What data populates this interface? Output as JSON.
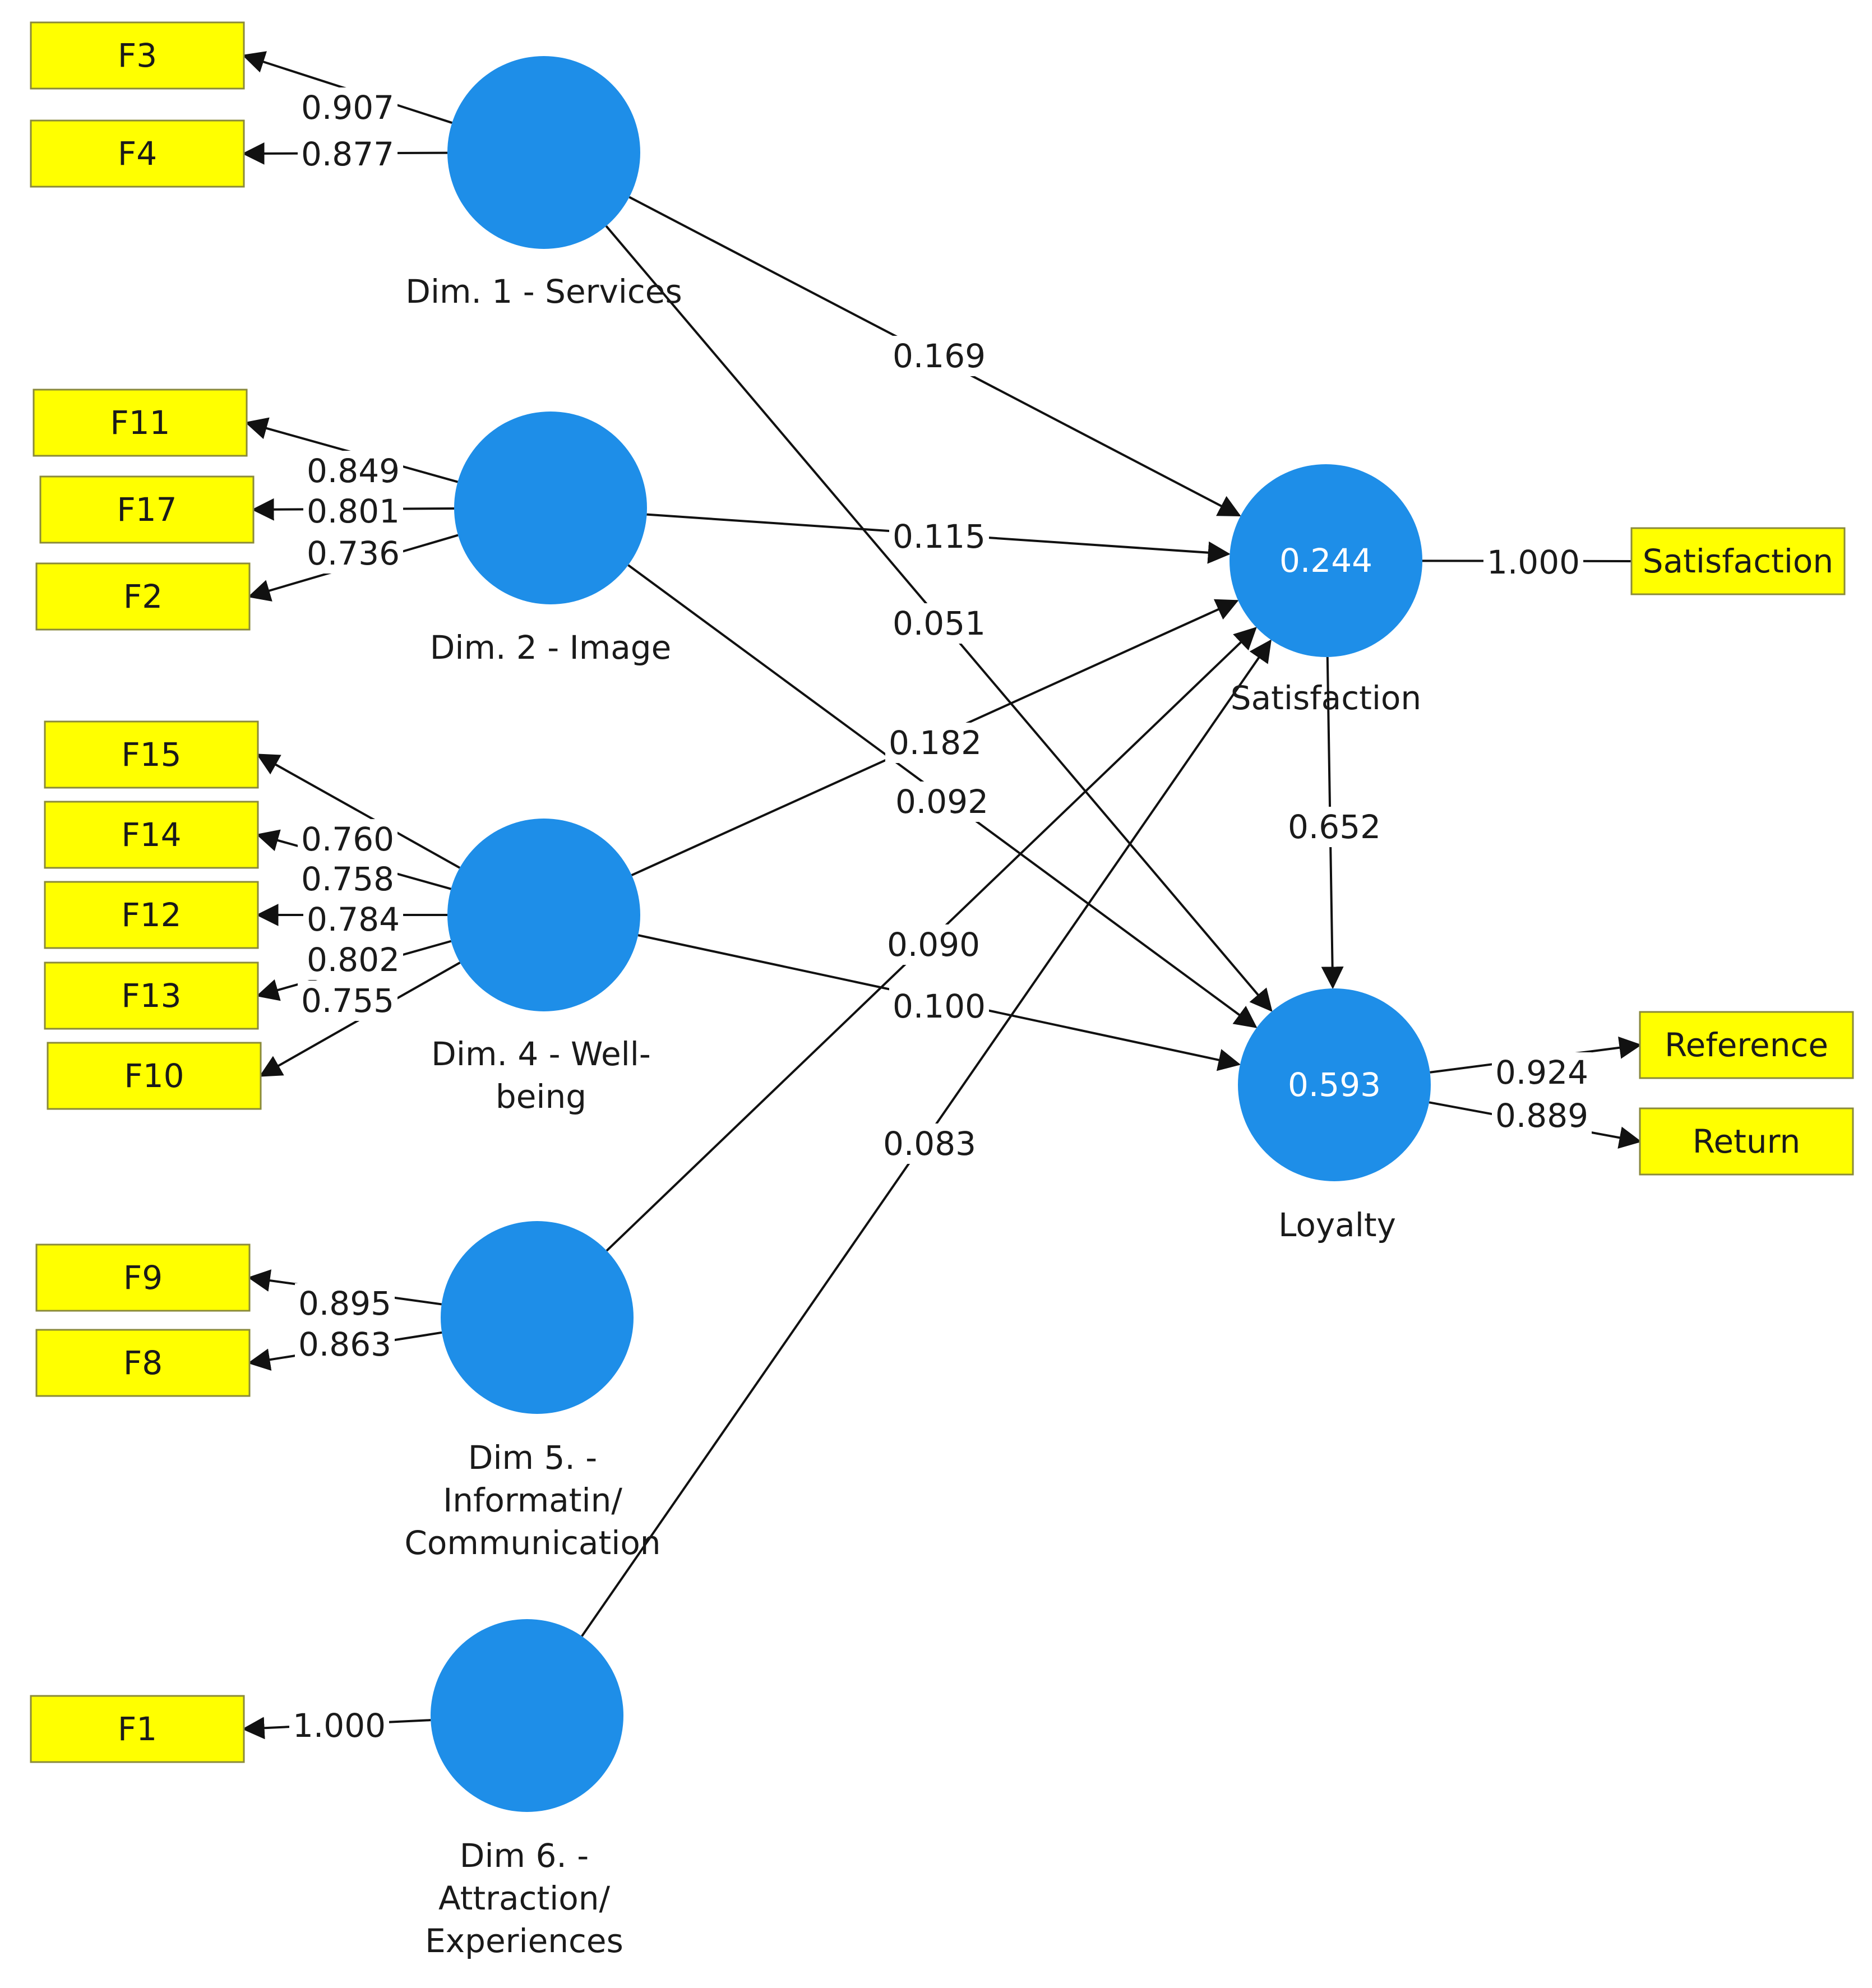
{
  "colors": {
    "construct": "#1e8ee8",
    "indicator_fill": "#ffff00",
    "indicator_border": "#8a8a3a",
    "line": "#111111",
    "text": "#1a1a1a"
  },
  "constructs": [
    {
      "id": "dim1",
      "label_lines": [
        "Dim. 1 - Services"
      ],
      "r2": ""
    },
    {
      "id": "dim2",
      "label_lines": [
        "Dim. 2 - Image"
      ],
      "r2": ""
    },
    {
      "id": "dim4",
      "label_lines": [
        "Dim. 4 - Well-",
        "being"
      ],
      "r2": ""
    },
    {
      "id": "dim5",
      "label_lines": [
        "Dim 5. -",
        "Informatin/",
        "Communication"
      ],
      "r2": ""
    },
    {
      "id": "dim6",
      "label_lines": [
        "Dim 6. -",
        "Attraction/",
        "Experiences"
      ],
      "r2": ""
    },
    {
      "id": "sat",
      "label_lines": [
        "Satisfaction"
      ],
      "r2": "0.244"
    },
    {
      "id": "loy",
      "label_lines": [
        "Loyalty"
      ],
      "r2": "0.593"
    }
  ],
  "indicators": [
    {
      "id": "F3",
      "label": "F3",
      "construct": "dim1",
      "loading": "0.907"
    },
    {
      "id": "F4",
      "label": "F4",
      "construct": "dim1",
      "loading": "0.877"
    },
    {
      "id": "F11",
      "label": "F11",
      "construct": "dim2",
      "loading": "0.849"
    },
    {
      "id": "F17",
      "label": "F17",
      "construct": "dim2",
      "loading": "0.801"
    },
    {
      "id": "F2",
      "label": "F2",
      "construct": "dim2",
      "loading": "0.736"
    },
    {
      "id": "F15",
      "label": "F15",
      "construct": "dim4",
      "loading": "0.760"
    },
    {
      "id": "F14",
      "label": "F14",
      "construct": "dim4",
      "loading": "0.758"
    },
    {
      "id": "F12",
      "label": "F12",
      "construct": "dim4",
      "loading": "0.784"
    },
    {
      "id": "F13",
      "label": "F13",
      "construct": "dim4",
      "loading": "0.802"
    },
    {
      "id": "F10",
      "label": "F10",
      "construct": "dim4",
      "loading": "0.755"
    },
    {
      "id": "F9",
      "label": "F9",
      "construct": "dim5",
      "loading": "0.895"
    },
    {
      "id": "F8",
      "label": "F8",
      "construct": "dim5",
      "loading": "0.863"
    },
    {
      "id": "F1",
      "label": "F1",
      "construct": "dim6",
      "loading": "1.000"
    },
    {
      "id": "SatInd",
      "label": "Satisfaction",
      "construct": "sat",
      "loading": "1.000"
    },
    {
      "id": "Reference",
      "label": "Reference",
      "construct": "loy",
      "loading": "0.924"
    },
    {
      "id": "Return",
      "label": "Return",
      "construct": "loy",
      "loading": "0.889"
    }
  ],
  "paths": [
    {
      "from": "dim1",
      "to": "sat",
      "coef": "0.169"
    },
    {
      "from": "dim2",
      "to": "sat",
      "coef": "0.115"
    },
    {
      "from": "dim1",
      "to": "loy",
      "coef": "0.051"
    },
    {
      "from": "dim4",
      "to": "sat",
      "coef": "0.182"
    },
    {
      "from": "dim2",
      "to": "loy",
      "coef": "0.092"
    },
    {
      "from": "sat",
      "to": "loy",
      "coef": "0.652"
    },
    {
      "from": "dim5",
      "to": "sat",
      "coef": "0.090"
    },
    {
      "from": "dim4",
      "to": "loy",
      "coef": "0.100"
    },
    {
      "from": "dim6",
      "to": "sat",
      "coef": "0.083"
    }
  ]
}
